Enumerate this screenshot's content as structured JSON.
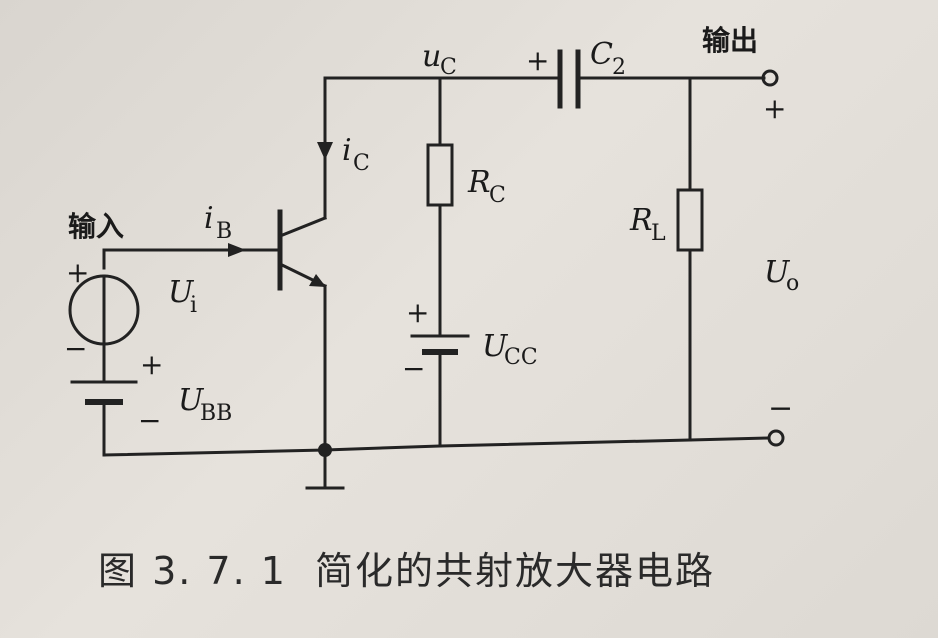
{
  "labels": {
    "input": "输入",
    "output": "输出",
    "ib_main": "i",
    "ib_sub": "B",
    "ic_main": "i",
    "ic_sub": "C",
    "uc_main": "u",
    "uc_sub": "C",
    "c2_main": "C",
    "c2_sub": "2",
    "rc_main": "R",
    "rc_sub": "C",
    "rl_main": "R",
    "rl_sub": "L",
    "ui_main": "U",
    "ui_sub": "i",
    "ubb_main": "U",
    "ubb_sub": "BB",
    "ucc_main": "U",
    "ucc_sub": "CC",
    "uo_main": "U",
    "uo_sub": "o",
    "plus": "+",
    "minus": "−"
  },
  "caption": {
    "number": "图 3. 7. 1",
    "title": "简化的共射放大器电路"
  }
}
